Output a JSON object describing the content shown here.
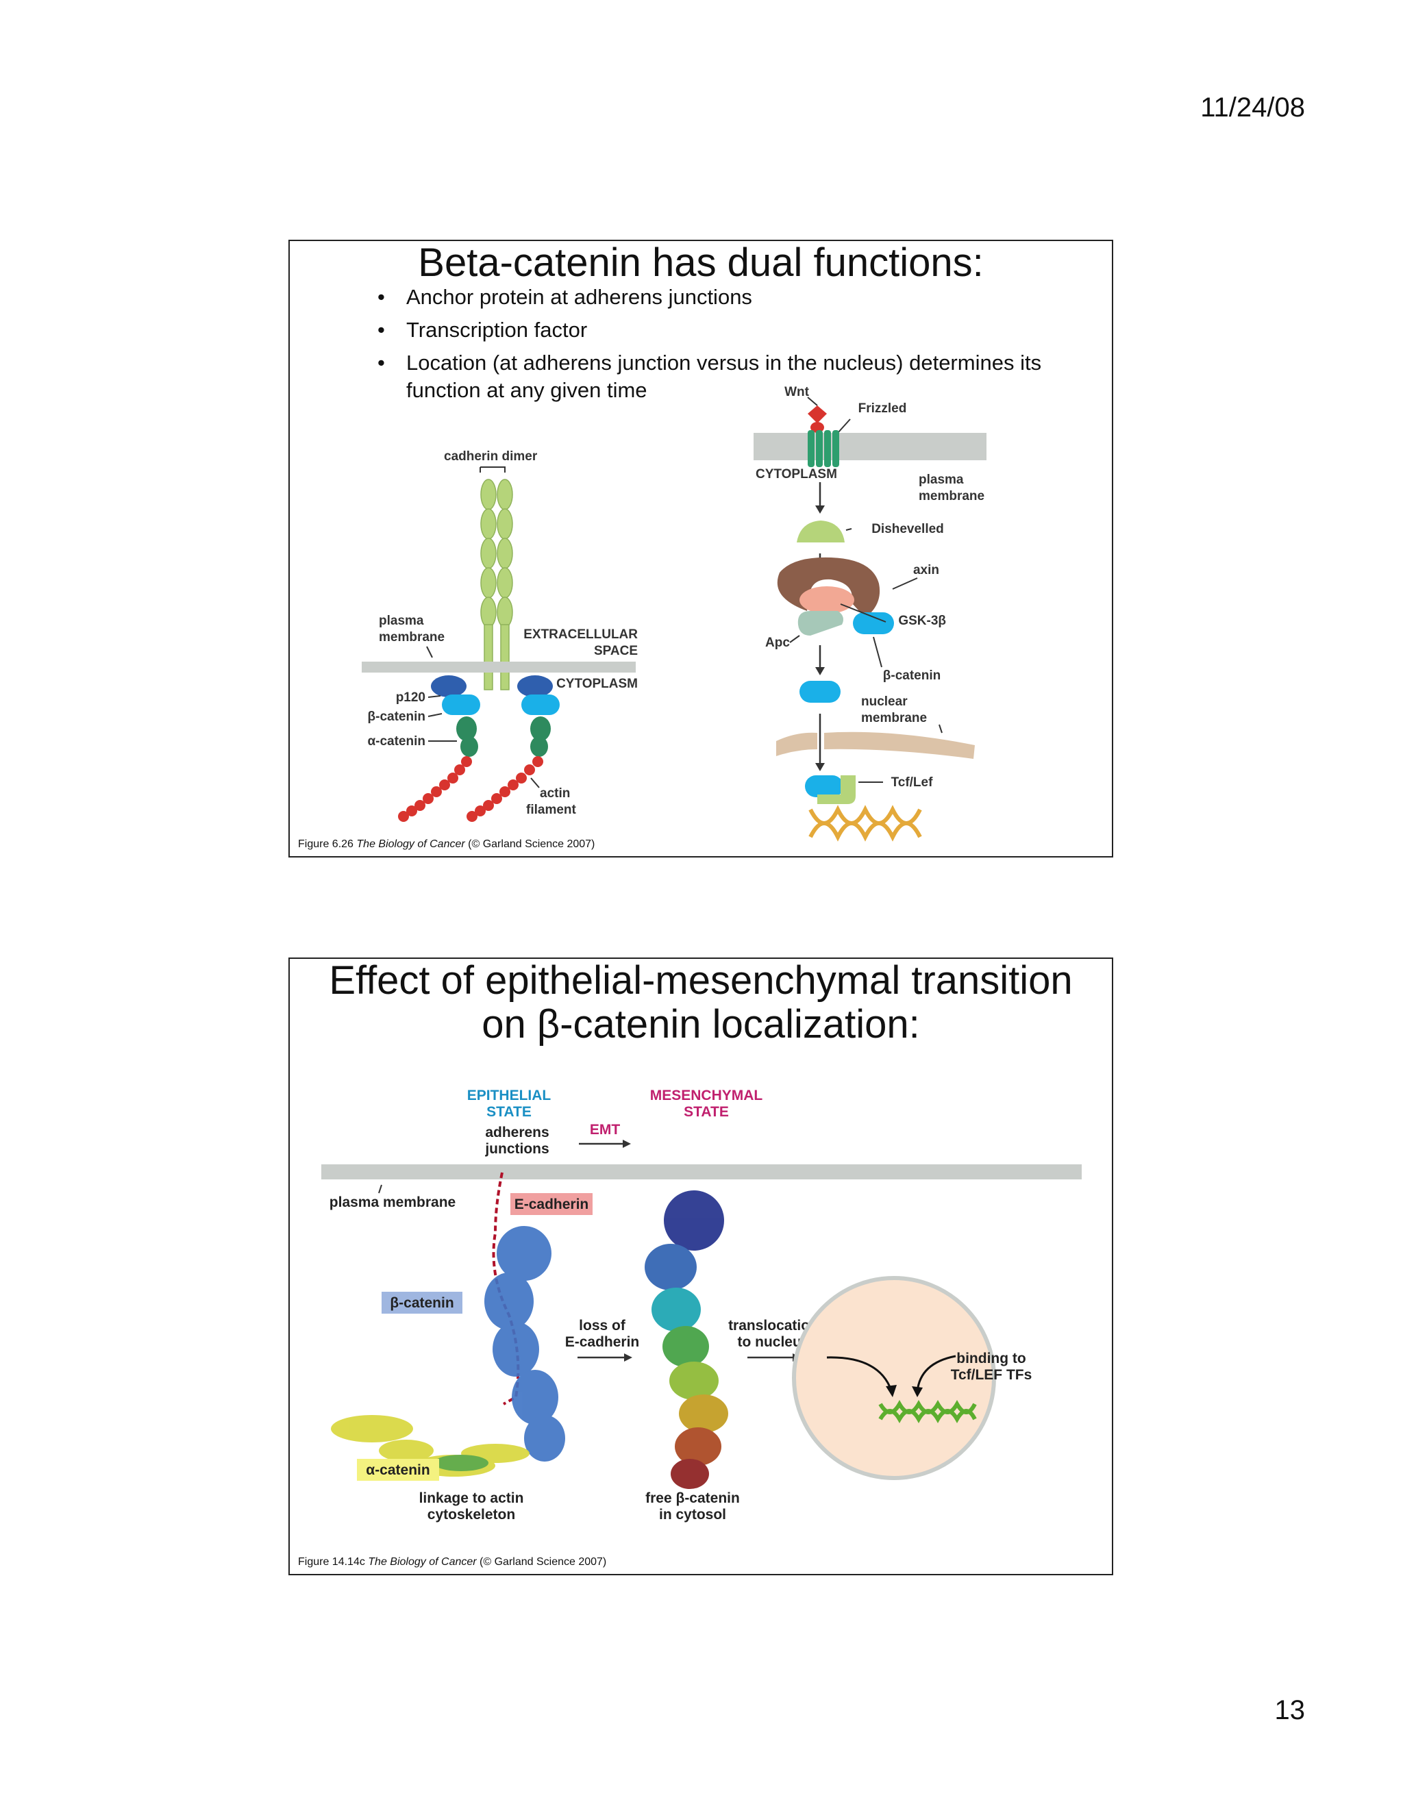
{
  "page": {
    "date": "11/24/08",
    "page_number": "13"
  },
  "slide1": {
    "title": "Beta-catenin has dual functions:",
    "bullets": [
      "Anchor protein at adherens junctions",
      "Transcription factor",
      "Location (at adherens junction versus in the nucleus) determines its function at any given time"
    ],
    "left_figure": {
      "cadherin_dimer": "cadherin dimer",
      "plasma": "plasma",
      "membrane": "membrane",
      "extracellular": "EXTRACELLULAR",
      "space": "SPACE",
      "cytoplasm": "CYTOPLASM",
      "p120": "p120",
      "beta_catenin": "β-catenin",
      "alpha_catenin": "α-catenin",
      "actin": "actin",
      "filament": "filament"
    },
    "right_figure": {
      "wnt": "Wnt",
      "frizzled": "Frizzled",
      "cytoplasm": "CYTOPLASM",
      "plasma": "plasma",
      "membrane": "membrane",
      "dishevelled": "Dishevelled",
      "axin": "axin",
      "gsk": "GSK-3β",
      "apc": "Apc",
      "beta_catenin": "β-catenin",
      "nuclear": "nuclear",
      "nuclear_membrane": "membrane",
      "tcf_lef": "Tcf/Lef"
    },
    "caption_prefix": "Figure 6.26 ",
    "caption_book": "The Biology of Cancer",
    "caption_suffix": " (© Garland Science 2007)"
  },
  "slide2": {
    "title_line1": "Effect of epithelial-mesenchymal transition",
    "title_line2": "on β-catenin localization:",
    "figure": {
      "epithelial_1": "EPITHELIAL",
      "epithelial_2": "STATE",
      "mesenchymal_1": "MESENCHYMAL",
      "mesenchymal_2": "STATE",
      "adherens_1": "adherens",
      "adherens_2": "junctions",
      "emt": "EMT",
      "plasma_membrane": "plasma membrane",
      "e_cadherin": "E-cadherin",
      "beta_catenin": "β-catenin",
      "alpha_catenin": "α-catenin",
      "loss_1": "loss of",
      "loss_2": "E-cadherin",
      "transloc_1": "translocation",
      "transloc_2": "to nucleus",
      "binding_1": "binding to",
      "binding_2": "Tcf/LEF TFs",
      "linkage_1": "linkage to actin",
      "linkage_2": "cytoskeleton",
      "free_1": "free β-catenin",
      "free_2": "in cytosol"
    },
    "caption_prefix": "Figure 14.14c  ",
    "caption_book": "The Biology of Cancer",
    "caption_suffix": " (© Garland Science 2007)"
  },
  "colors": {
    "membrane_gray": "#c9cdca",
    "cadherin_green": "#b5d47a",
    "beta_catenin_blue": "#1ab0e8",
    "p120_blue": "#2f5fae",
    "alpha_catenin_green": "#2e8a5e",
    "actin_red": "#d8342e",
    "axin_brown": "#8b5e4a",
    "nucleus_peach": "#fbe3cf",
    "epithelial_blue": "#1a8fc4",
    "mesenchymal_magenta": "#c0206e"
  }
}
